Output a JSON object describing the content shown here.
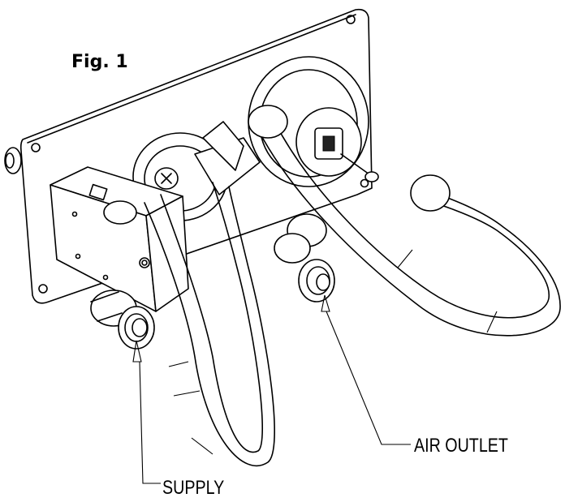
{
  "figure": {
    "label": "Fig. 1",
    "callouts": {
      "supply": "SUPPLY",
      "air_outlet": "AIR OUTLET"
    }
  }
}
